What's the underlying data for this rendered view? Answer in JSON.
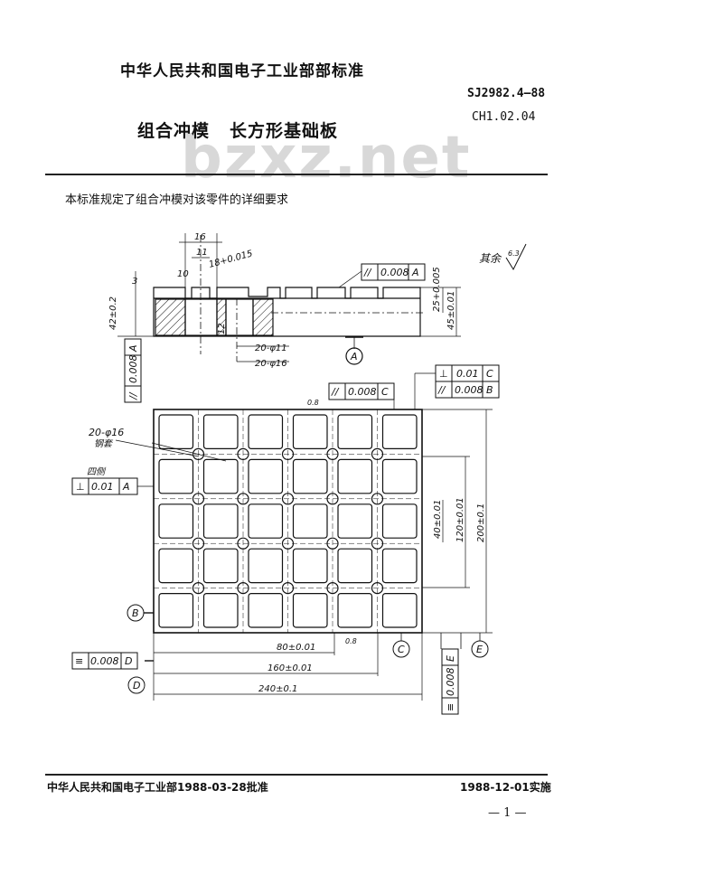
{
  "header": {
    "ministry_standard": "中华人民共和国电子工业部部标准",
    "standard_number": "SJ2982.4—88",
    "part_code": "CH1.02.04",
    "title_part1": "组合冲模",
    "title_part2": "长方形基础板",
    "watermark": "bzxz.net"
  },
  "body": {
    "scope_text": "本标准规定了组合冲模对该零件的详细要求"
  },
  "drawing": {
    "dims": {
      "d16": "16",
      "d11": "11",
      "d18tol": "18+0.015",
      "d10": "10",
      "d3": "3",
      "d42": "42±0.2",
      "d25": "25+0.005",
      "d45": "45±0.01",
      "d12": "12",
      "holes11": "20-φ11",
      "holes16": "20-φ16",
      "holes16_lbl": "20-φ16",
      "holes16_sub": "钢套",
      "d80": "80±0.01",
      "d160": "160±0.01",
      "d240": "240±0.1",
      "d40": "40±0.01",
      "d120": "120±0.01",
      "d200": "200±0.1",
      "rough_all": "其余",
      "rough_val": "6.3",
      "rough_08": "0.8",
      "four_sides": "四侧"
    },
    "tolerances": {
      "par_A_top": {
        "sym": "//",
        "val": "0.008",
        "ref": "A"
      },
      "par_A_side": {
        "sym": "//",
        "val": "0.008",
        "ref": "A"
      },
      "par_C": {
        "sym": "//",
        "val": "0.008",
        "ref": "C"
      },
      "perp_C": {
        "sym": "⊥",
        "val": "0.01",
        "ref": "C"
      },
      "par_B": {
        "sym": "//",
        "val": "0.008",
        "ref": "B"
      },
      "perp_A": {
        "sym": "⊥",
        "val": "0.01",
        "ref": "A"
      },
      "sym_D": {
        "sym": "≡",
        "val": "0.008",
        "ref": "D"
      },
      "sym_E": {
        "sym": "≡",
        "val": "0.008",
        "ref": "E"
      }
    },
    "datums": {
      "A": "A",
      "B": "B",
      "C": "C",
      "D": "D",
      "E": "E"
    }
  },
  "footer": {
    "approval": "中华人民共和国电子工业部1988-03-28批准",
    "effective": "1988-12-01实施",
    "page": "— 1 —"
  }
}
